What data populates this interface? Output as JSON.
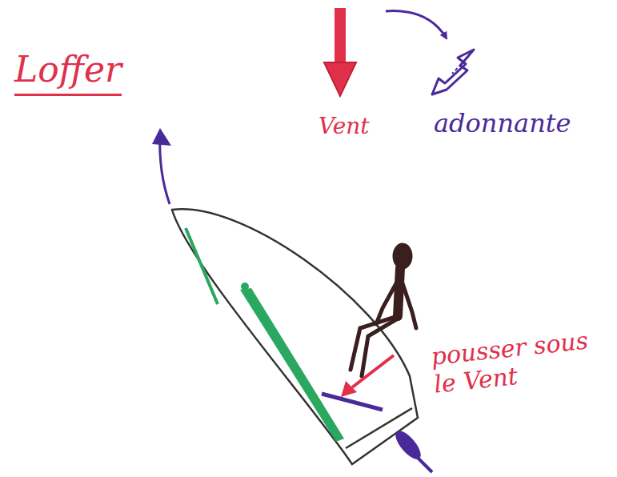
{
  "diagram": {
    "title": "Loffer",
    "labels": [
      "Vent",
      "adonnante",
      "pousser sous le Vent"
    ]
  }
}
